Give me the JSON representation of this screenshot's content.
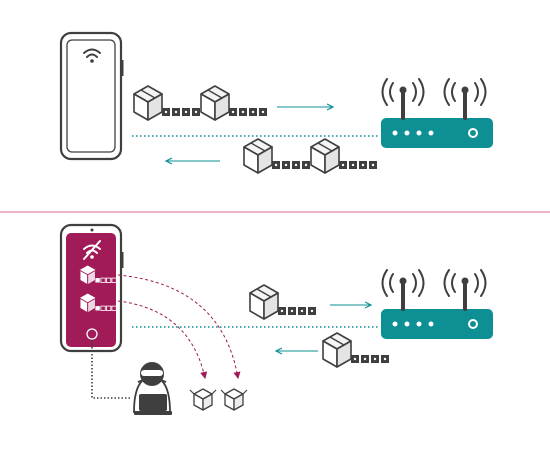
{
  "colors": {
    "outline": "#3f3f3f",
    "teal": "#0e8f93",
    "teal_light": "#66bfc1",
    "magenta": "#a01b57",
    "divider": "#d76b8c",
    "box_fill": "#e9e9e9",
    "white": "#ffffff"
  },
  "icons": {
    "phone": "smartphone-icon",
    "wifi": "wifi-icon",
    "wifi_off": "wifi-off-icon",
    "router": "wireless-router-icon",
    "packet": "data-packet-icon",
    "hacker": "hacker-icon",
    "laptop": "laptop-icon"
  },
  "scenes": [
    {
      "id": "normal",
      "phone_state": "connected",
      "outgoing_packets": 2,
      "incoming_packets": 2
    },
    {
      "id": "intercepted",
      "phone_state": "disconnected",
      "outgoing_packets": 1,
      "incoming_packets": 1,
      "stolen_packets": 2
    }
  ]
}
